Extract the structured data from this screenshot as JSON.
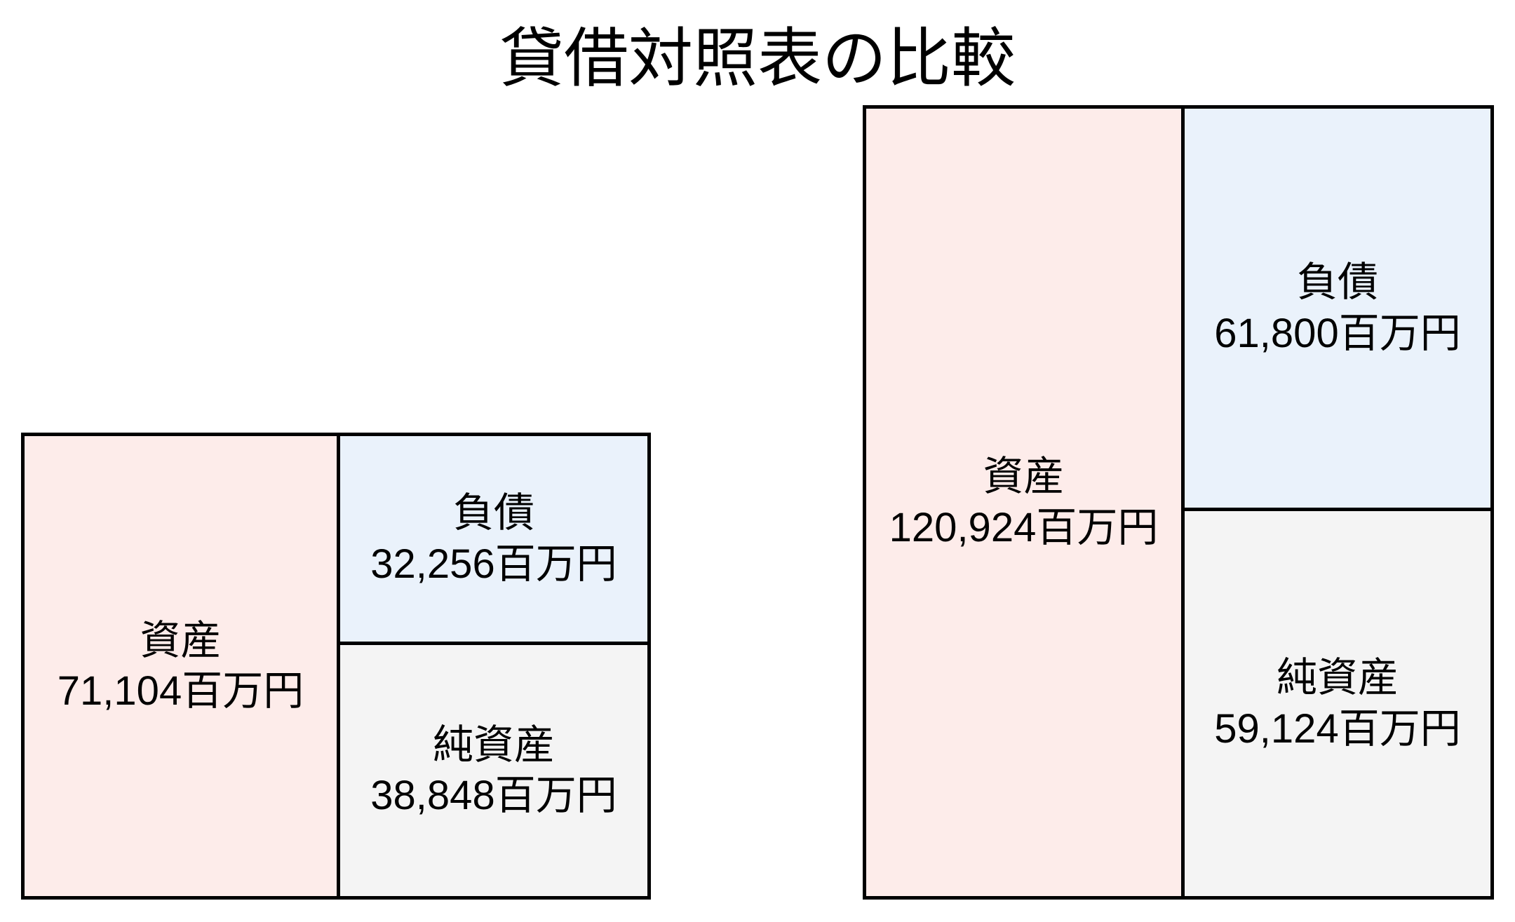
{
  "title": "貸借対照表の比較",
  "chart_data": {
    "type": "bar",
    "subtype": "balance-sheet-box-comparison",
    "title": "貸借対照表の比較",
    "unit": "百万円",
    "legend": "none",
    "axes": "none",
    "layout_hint": "two balance sheets side by side, bottom-aligned; box heights proportional to amounts; assets on left, liabilities top-right, net assets bottom-right",
    "colors": {
      "assets_fill": "#FDECEA",
      "liabilities_fill": "#EAF2FB",
      "net_assets_fill": "#F4F4F4",
      "border": "#000000",
      "text": "#000000",
      "background": "#FFFFFF"
    },
    "charts": [
      {
        "name": "balance-sheet-small",
        "segments": {
          "assets": {
            "label": "資産",
            "value": 71104,
            "display_value": "71,104百万円"
          },
          "liabilities": {
            "label": "負債",
            "value": 32256,
            "display_value": "32,256百万円"
          },
          "net_assets": {
            "label": "純資産",
            "value": 38848,
            "display_value": "38,848百万円"
          }
        }
      },
      {
        "name": "balance-sheet-large",
        "segments": {
          "assets": {
            "label": "資産",
            "value": 120924,
            "display_value": "120,924百万円"
          },
          "liabilities": {
            "label": "負債",
            "value": 61800,
            "display_value": "61,800百万円"
          },
          "net_assets": {
            "label": "純資産",
            "value": 59124,
            "display_value": "59,124百万円"
          }
        }
      }
    ]
  }
}
